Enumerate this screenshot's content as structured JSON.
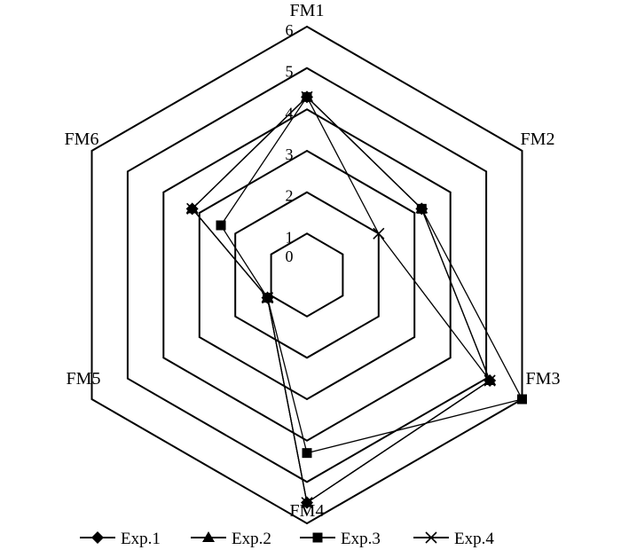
{
  "chart_data": {
    "type": "radar",
    "axes": [
      "FM1",
      "FM2",
      "FM3",
      "FM4",
      "FM5",
      "FM6"
    ],
    "range": [
      0,
      6
    ],
    "ticks": [
      "0",
      "1",
      "2",
      "3",
      "4",
      "5",
      "6"
    ],
    "grid": true,
    "legend_position": "bottom",
    "series": [
      {
        "name": "Exp.1",
        "marker": "diamond",
        "values": [
          4.3,
          3.2,
          5.1,
          5.5,
          1.1,
          3.2
        ]
      },
      {
        "name": "Exp.2",
        "marker": "triangle",
        "values": [
          4.3,
          3.2,
          5.1,
          5.5,
          1.1,
          3.2
        ]
      },
      {
        "name": "Exp.3",
        "marker": "square",
        "values": [
          4.3,
          3.2,
          6.0,
          4.3,
          1.1,
          2.4
        ]
      },
      {
        "name": "Exp.4",
        "marker": "x",
        "values": [
          4.3,
          2.0,
          5.1,
          5.5,
          1.1,
          3.2
        ]
      }
    ]
  }
}
